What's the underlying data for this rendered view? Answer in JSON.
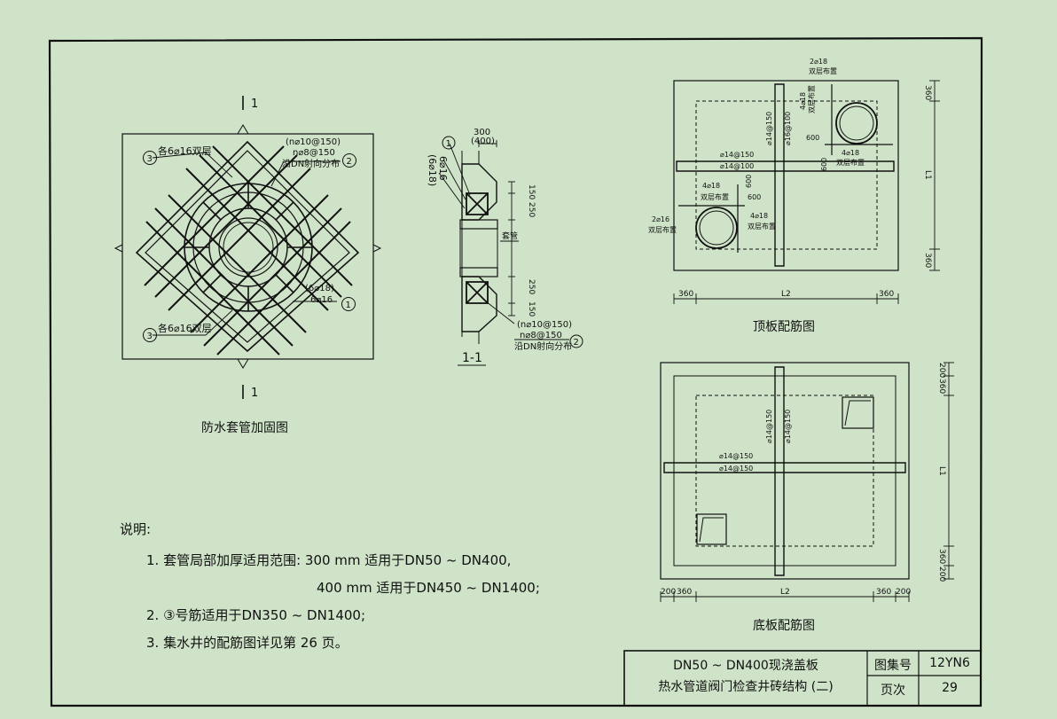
{
  "sheet": {
    "bg_color": "#cfe3c8",
    "line_color": "#111111"
  },
  "fig_left": {
    "section_mark_top": "1",
    "section_mark_bottom": "1",
    "label_3_top": "各6⌀16双层",
    "label_3_bottom": "各6⌀16双层",
    "callout_3": "3",
    "callout_2": "2",
    "callout_1": "1",
    "ring_a": "(n⌀10@150)",
    "ring_b": "n⌀8@150",
    "ring_c": "沿DN射向分布",
    "bar_a": "(6⌀18)",
    "bar_b": "6⌀16",
    "caption": "防水套管加固图"
  },
  "fig_section": {
    "dim_top_a": "300",
    "dim_top_b": "(400)",
    "bar_a": "(6⌀18)",
    "bar_b": "6⌀16",
    "callout_1": "1",
    "callout_2": "2",
    "dim_150_a": "150",
    "dim_250_a": "250",
    "dim_250_b": "250",
    "dim_150_b": "150",
    "sleeve": "套管",
    "ring_a": "(n⌀10@150)",
    "ring_b": "n⌀8@150",
    "ring_c": "沿DN射向分布",
    "caption": "1-1"
  },
  "fig_top": {
    "l_2d18": "2⌀18",
    "l_double_1": "双层布置",
    "l_4d18_v": "4⌀18",
    "l_double_v": "双层布置",
    "l_600_a": "600",
    "l_4d18_a": "4⌀18",
    "l_double_a": "双层布置",
    "l_600_b": "600",
    "l_14_150_v": "⌀14@150",
    "l_16_100_v": "⌀16@100",
    "l_14_150_h": "⌀14@150",
    "l_14_100_h": "⌀14@100",
    "l_4d18_b": "4⌀18",
    "l_double_b": "双层布置",
    "l_600_c": "600",
    "l_600_d": "600",
    "l_2d16": "2⌀16",
    "l_double_c": "双层布置",
    "l_4d18_c": "4⌀18",
    "l_double_d": "双层布置",
    "dim_360_l": "360",
    "dim_L2": "L2",
    "dim_360_r": "360",
    "dim_360_t": "360",
    "dim_L1": "L1",
    "dim_360_b": "360",
    "caption": "顶板配筋图"
  },
  "fig_bottom": {
    "l_14_150_v1": "⌀14@150",
    "l_14_150_v2": "⌀14@150",
    "l_14_150_h1": "⌀14@150",
    "l_14_150_h2": "⌀14@150",
    "dim_200_l": "200",
    "dim_360_l": "360",
    "dim_L2": "L2",
    "dim_360_r": "360",
    "dim_200_r": "200",
    "dim_200_t": "200",
    "dim_360_t": "360",
    "dim_L1": "L1",
    "dim_360_b": "360",
    "dim_200_b": "200",
    "caption": "底板配筋图"
  },
  "notes": {
    "title": "说明:",
    "line1": "1. 套管局部加厚适用范围: 300 mm 适用于DN50 ~ DN400,",
    "line1b": "400 mm 适用于DN450 ~ DN1400;",
    "line2": "2. ③号筋适用于DN350 ~ DN1400;",
    "line3": "3. 集水井的配筋图详见第 26 页。"
  },
  "title_block": {
    "title_line1": "DN50 ~ DN400现浇盖板",
    "title_line2": "热水管道阀门检查井砖结构 (二)",
    "atlas_label": "图集号",
    "atlas_value": "12YN6",
    "page_label": "页次",
    "page_value": "29"
  }
}
